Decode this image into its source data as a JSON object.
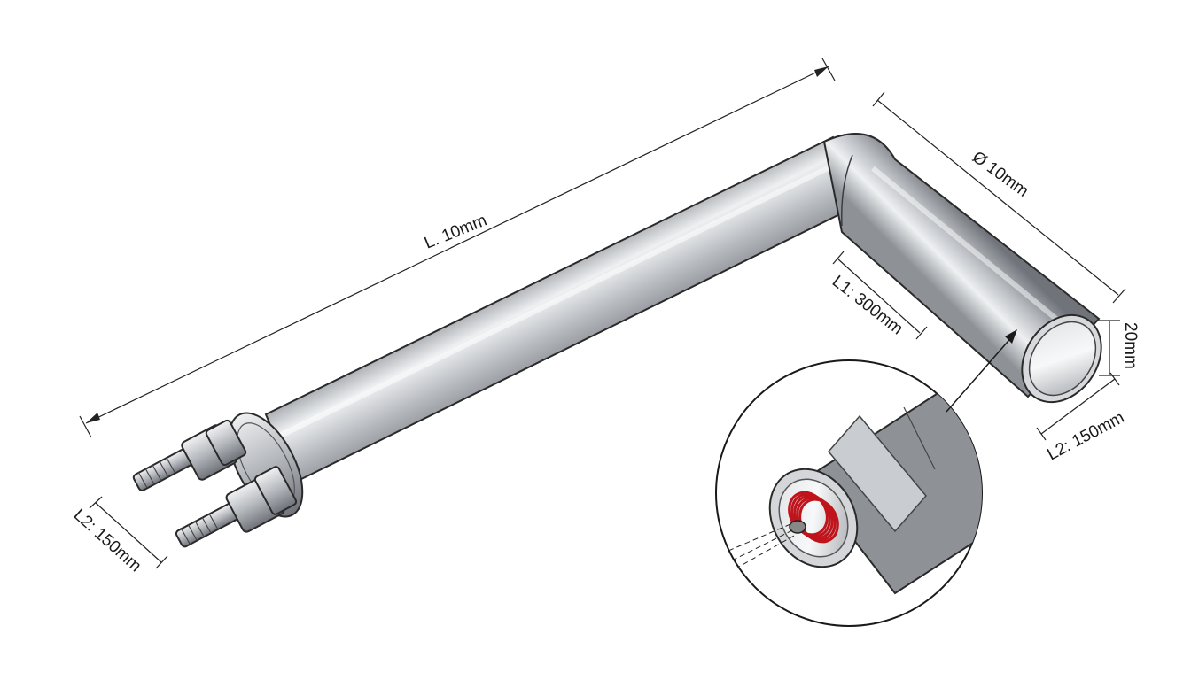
{
  "diagram": {
    "labels": {
      "total_length": "L. 10mm",
      "diameter": "Ø  10mm",
      "l1": "L1: 300mm",
      "end_height": "20mm",
      "l2_right": "L2: 150mm",
      "l2_left": "L2: 150mm"
    },
    "colors": {
      "tube_light": "#f2f3f5",
      "tube_mid": "#b7babf",
      "tube_dark": "#6e7278",
      "coil": "#c0141c",
      "outline": "#2a2a2a",
      "background": "#ffffff"
    }
  }
}
